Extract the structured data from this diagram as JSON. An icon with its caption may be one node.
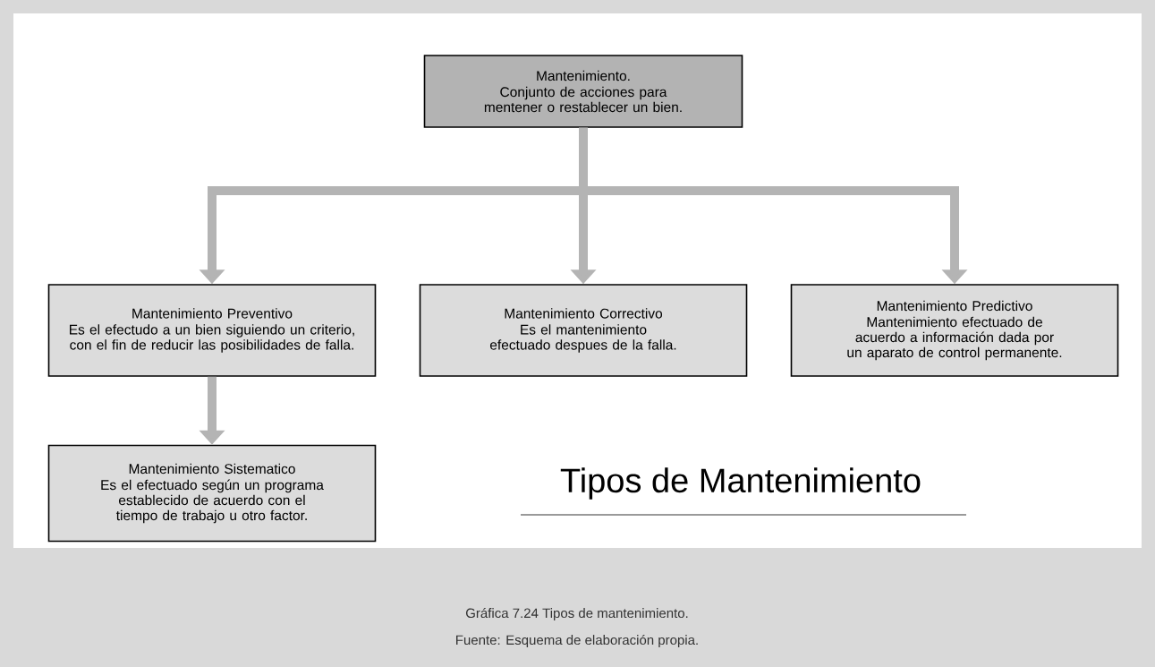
{
  "diagram": {
    "title": "Tipos de Mantenimiento",
    "caption": "Gráfica 7.24 Tipos de mantenimiento.",
    "nodes": [
      {
        "text": [
          "Mantenimiento.",
          "Conjunto de acciones para mentener o restablecer un bien."
        ]
      },
      {
        "text": [
          "Mantenimiento Preventivo",
          "Es el efectudo a un bien siguiendo un criterio, con el fin de reducir las posibilidades de falla."
        ]
      },
      {
        "text": [
          "Mantenimiento Correctivo",
          "Es el mantenimiento efectuado despues de la falla."
        ]
      },
      {
        "text": [
          "Mantenimiento Predictivo",
          "Mantenimiento efectuado de acuerdo a información dada por un aparato de control permanente."
        ]
      },
      {
        "text": [
          "Mantenimiento Sistematico",
          "Es el efectuado según un programa establecido de acuerdo con el tiempo de trabajo u otro factor."
        ]
      }
    ],
    "edges": [
      {
        "from": 0,
        "to": 1,
        "arrow": "to"
      },
      {
        "from": 0,
        "to": 2,
        "arrow": "to"
      },
      {
        "from": 0,
        "to": 3,
        "arrow": "to"
      },
      {
        "from": 1,
        "to": 4,
        "arrow": "to"
      }
    ],
    "labels": [
      "Fuente: Esquema de elaboración propia."
    ]
  }
}
